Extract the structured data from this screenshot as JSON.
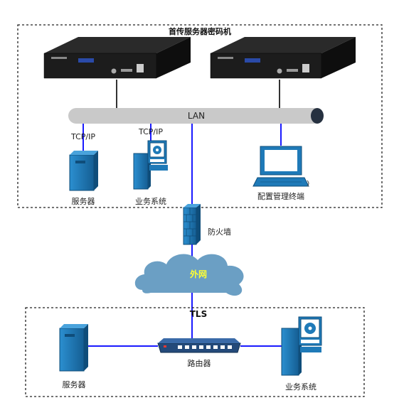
{
  "top_group": {
    "title": "首传服务器密码机"
  },
  "lan": {
    "label": "LAN"
  },
  "protocols": {
    "left": "TCP/IP",
    "right": "TCP/IP"
  },
  "labels": {
    "server_top": "服务器",
    "business_top": "业务系统",
    "admin_terminal": "配置管理终端",
    "firewall": "防火墙",
    "internet": "外网",
    "bottom_group": "TLS",
    "server_bottom": "服务器",
    "router": "路由器",
    "business_bottom": "业务系统"
  },
  "colors": {
    "link": "#1a1aff",
    "server_line": "#333333",
    "lan_bar": "#c9c9c9",
    "cloud": "#6b9fc4",
    "internet_text": "#ffff33",
    "device_blue": "#1f7ab8"
  }
}
